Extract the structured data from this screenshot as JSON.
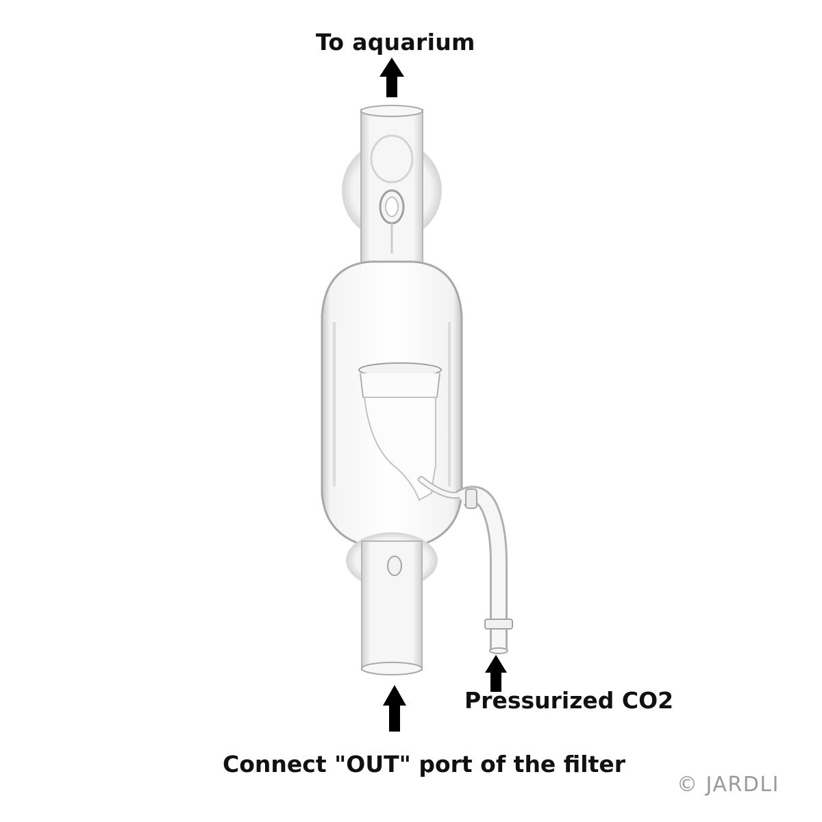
{
  "labels": {
    "top": "To aquarium",
    "co2": "Pressurized CO2",
    "bottom": "Connect \"OUT\" port of the filter"
  },
  "copyright": "© JARDLI",
  "colors": {
    "background": "#ffffff",
    "text": "#111111",
    "arrow": "#000000",
    "glass_edge": "#a8a8a8",
    "copyright": "#9a9a9a"
  }
}
